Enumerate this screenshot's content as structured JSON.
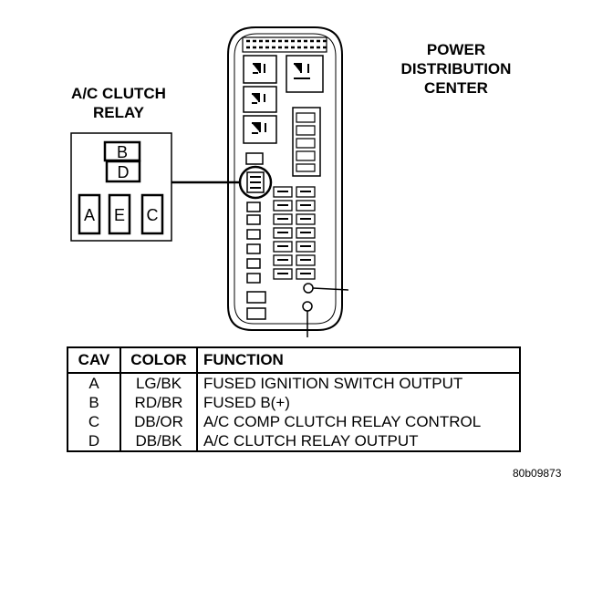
{
  "relay_title": "A/C CLUTCH\nRELAY",
  "pdc_title": "POWER\nDISTRIBUTION\nCENTER",
  "relay_pins": {
    "b": "B",
    "d": "D",
    "a": "A",
    "e": "E",
    "c": "C"
  },
  "table": {
    "headers": [
      "CAV",
      "COLOR",
      "FUNCTION"
    ],
    "rows": [
      [
        "A",
        "LG/BK",
        "FUSED IGNITION SWITCH OUTPUT"
      ],
      [
        "B",
        "RD/BR",
        "FUSED B(+)"
      ],
      [
        "C",
        "DB/OR",
        "A/C COMP CLUTCH RELAY CONTROL"
      ],
      [
        "D",
        "DB/BK",
        "A/C CLUTCH RELAY OUTPUT"
      ]
    ]
  },
  "figure_id": "80b09873"
}
